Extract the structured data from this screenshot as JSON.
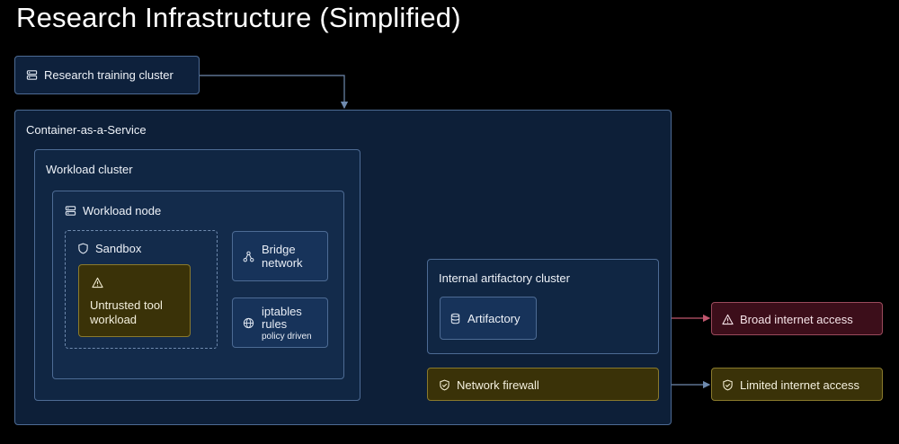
{
  "title": "Research Infrastructure (Simplified)",
  "nodes": {
    "research_cluster": "Research training cluster",
    "caas": "Container-as-a-Service",
    "workload_cluster": "Workload cluster",
    "workload_node": "Workload node",
    "sandbox": "Sandbox",
    "untrusted_line1": "Untrusted tool",
    "untrusted_line2": "workload",
    "bridge_line1": "Bridge",
    "bridge_line2": "network",
    "iptables_line1": "iptables",
    "iptables_line2": "rules",
    "iptables_sub": "policy driven",
    "artifactory_cluster": "Internal artifactory cluster",
    "artifactory": "Artifactory",
    "network_firewall": "Network firewall",
    "broad_internet": "Broad internet access",
    "limited_internet": "Limited internet access"
  },
  "icons": {
    "research_cluster": "server-icon",
    "workload_node": "server-icon",
    "sandbox": "shield-icon",
    "untrusted": "warning-icon",
    "bridge": "network-icon",
    "iptables": "globe-icon",
    "artifactory": "database-icon",
    "network_firewall": "shield-check-icon",
    "broad_internet": "warning-icon",
    "limited_internet": "shield-check-icon"
  },
  "colors": {
    "background": "#000000",
    "box_fill": "#0e213c",
    "box_border": "#4d6b94",
    "warning_fill": "#3a3208",
    "warning_border": "#8a7a2c",
    "danger_fill": "#3c0e1a",
    "danger_border": "#9b4a5c",
    "connector": "#6f8aae",
    "danger_connector": "#c0566e"
  }
}
